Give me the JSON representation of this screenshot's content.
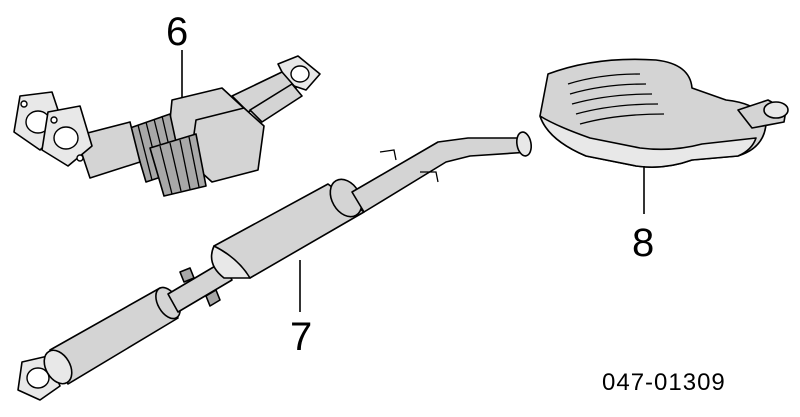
{
  "callouts": {
    "part_6": "6",
    "part_7": "7",
    "part_8": "8"
  },
  "drawing_number": "047-01309"
}
